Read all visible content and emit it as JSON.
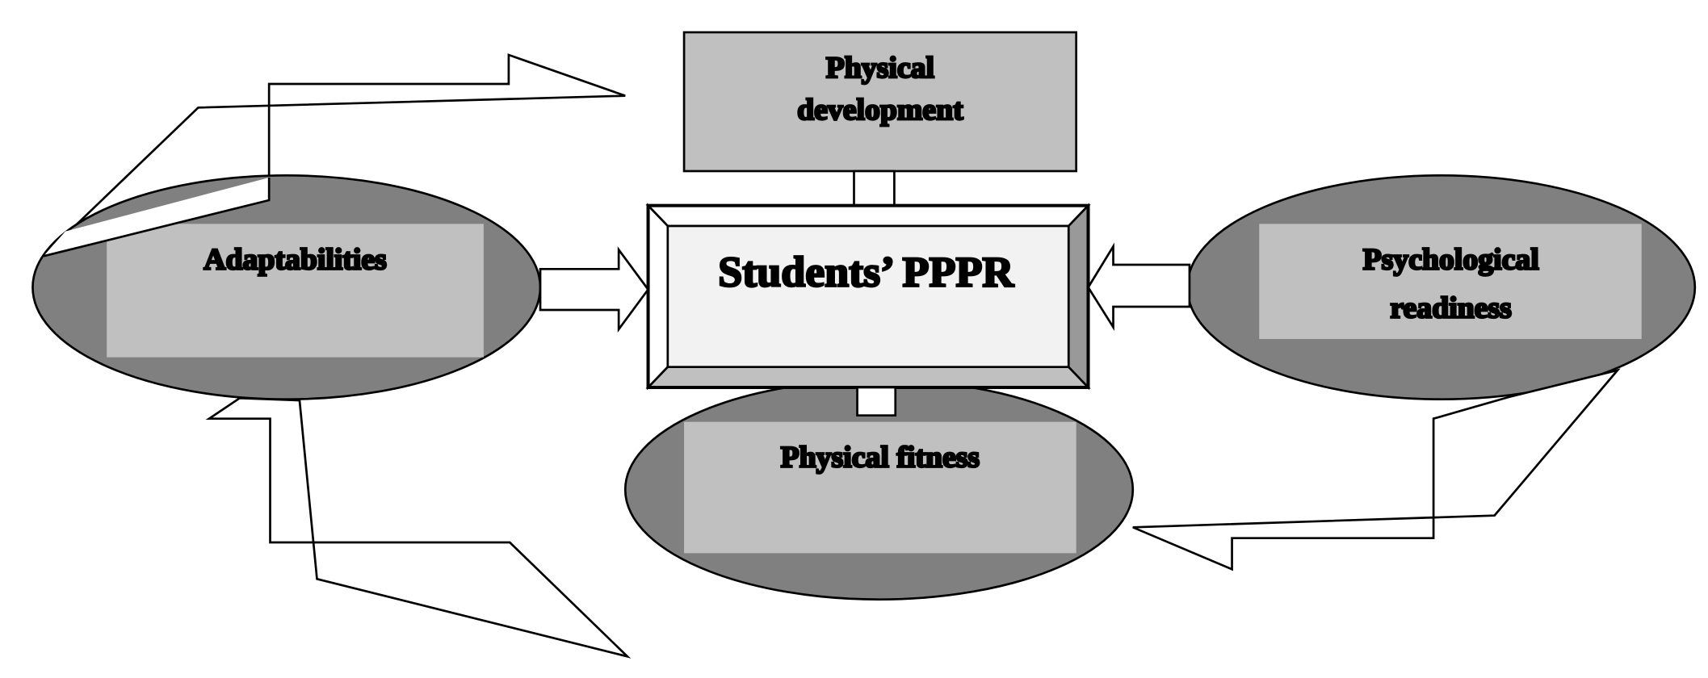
{
  "title": "Students’ PPPR",
  "nodes": {
    "top": {
      "line1": "Physical",
      "line2": "development"
    },
    "left": {
      "label": "Adaptabilities"
    },
    "right": {
      "line1": "Psychological",
      "line2": "readiness"
    },
    "bottom": {
      "label": "Physical fitness"
    }
  },
  "colors": {
    "dark": "#808080",
    "light": "#c0c0c0",
    "center": "#f2f2f2"
  }
}
